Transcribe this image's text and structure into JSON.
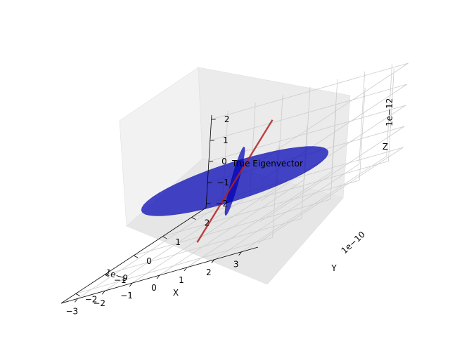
{
  "chart_data": {
    "type": "3d-surface",
    "title": "",
    "xlabel": "X",
    "ylabel": "Y",
    "zlabel": "Z",
    "x_ticks": [
      "−3",
      "−2",
      "−1",
      "0",
      "1",
      "2",
      "3"
    ],
    "y_ticks": [
      "−2",
      "−1",
      "0",
      "1",
      "2"
    ],
    "z_ticks": [
      "−2",
      "−1",
      "0",
      "1",
      "2"
    ],
    "x_offset": "1e−9",
    "y_offset": "1e−10",
    "z_offset": "1e−12",
    "x_range": [
      -3.6e-09,
      3.6e-09
    ],
    "y_range": [
      -2.5e-10,
      2.5e-10
    ],
    "z_range": [
      -2.2e-12,
      2.2e-12
    ],
    "grid": true,
    "series": [
      {
        "shape": "ellipsoid",
        "color": "#0000b4",
        "semi_axis_x": 3.4e-09,
        "semi_axis_y": 3e-11,
        "semi_axis_z": 8e-13
      },
      {
        "shape": "ellipsoid",
        "color": "#0000b4",
        "semi_axis_x": 1.5e-10,
        "semi_axis_y": 2.5e-11,
        "semi_axis_z": 1.4e-12
      },
      {
        "shape": "line",
        "color": "#b22222",
        "from": [
          -6e-10,
          1.8e-10,
          1.5e-12
        ],
        "to": [
          6e-10,
          -1.8e-10,
          -1.5e-12
        ]
      }
    ],
    "annotations": [
      {
        "text": "True Eigenvector"
      }
    ]
  }
}
